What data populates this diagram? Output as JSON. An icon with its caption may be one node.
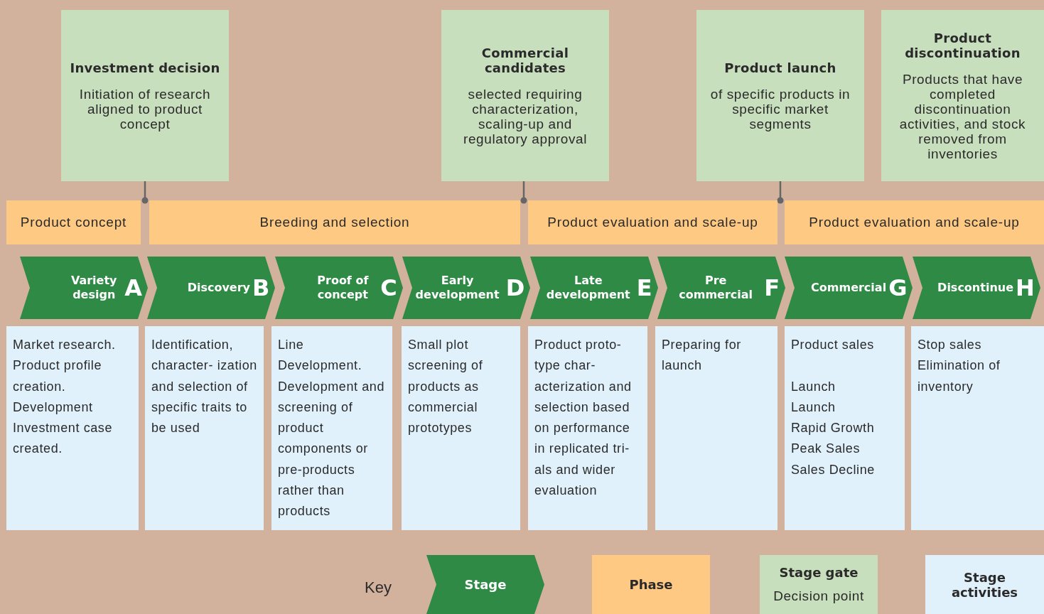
{
  "diagram": {
    "nodes": [
      {
        "text": [
          "Investment decision",
          "Initiation of research aligned to product concept"
        ]
      },
      {
        "text": [
          "Commercial candidates",
          "selected requiring characterization, scaling-up and regulatory approval"
        ]
      },
      {
        "text": [
          "Product launch",
          "of specific products in specific market segments"
        ]
      },
      {
        "text": [
          "Product discontinuation",
          "Products that have completed discontinuation activities, and stock removed from inventories"
        ]
      },
      {
        "text": [
          "Product concept"
        ]
      },
      {
        "text": [
          "Breeding and selection"
        ]
      },
      {
        "text": [
          "Product evaluation and scale-up"
        ]
      },
      {
        "text": [
          "Product evaluation and scale-up"
        ]
      },
      {
        "text": [
          "Variety design",
          "A"
        ]
      },
      {
        "text": [
          "Discovery",
          "B"
        ]
      },
      {
        "text": [
          "Proof of concept",
          "C"
        ]
      },
      {
        "text": [
          "Early development",
          "D"
        ]
      },
      {
        "text": [
          "Late development",
          "E"
        ]
      },
      {
        "text": [
          "Pre commercial",
          "F"
        ]
      },
      {
        "text": [
          "Commercial",
          "G"
        ]
      },
      {
        "text": [
          "Discontinue",
          "H"
        ]
      },
      {
        "text": [
          "Market research. Product profile creation. Development Investment case created."
        ]
      },
      {
        "text": [
          "Identification, character- ization and selection of specific traits to be used"
        ]
      },
      {
        "text": [
          "Line Development. Development and screening of product components or pre-products rather than products"
        ]
      },
      {
        "text": [
          "Small plot screening of products as commercial prototypes"
        ]
      },
      {
        "text": [
          "Product proto- type char- acterization and selection based on performance in replicated tri- als and wider evaluation"
        ]
      },
      {
        "text": [
          "Preparing for launch"
        ]
      },
      {
        "text": [
          "Product sales",
          "Launch",
          "Launch",
          "Rapid Growth",
          "Peak Sales",
          "Sales Decline"
        ]
      },
      {
        "text": [
          "Stop sales",
          "Elimination of inventory"
        ]
      }
    ],
    "edges": [
      {
        "from": 0,
        "to": 4,
        "arrow": "other"
      },
      {
        "from": 1,
        "to": 6,
        "arrow": "other"
      },
      {
        "from": 2,
        "to": 6,
        "arrow": "other"
      }
    ],
    "labels": [
      "Key"
    ],
    "legend": [
      {
        "text": "Stage",
        "color": "#2f8a46"
      },
      {
        "text": "Phase",
        "color": "#fec982"
      },
      {
        "text": "Stage gate",
        "color": "#c8dfbd"
      },
      {
        "text": "Decision point",
        "color": "#c8dfbd"
      },
      {
        "text": "Stage activities",
        "color": "#e0f1fc"
      }
    ]
  }
}
